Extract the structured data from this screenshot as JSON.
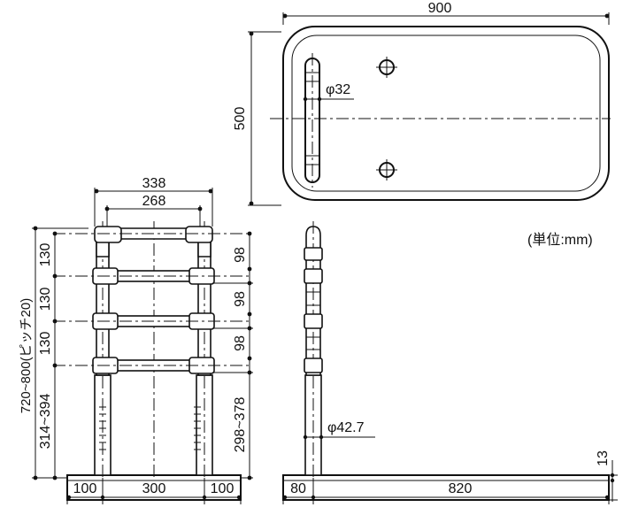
{
  "units_note": "(単位:mm)",
  "top_view": {
    "width_label": "900",
    "depth_label": "500",
    "pipe_dia_label": "φ32"
  },
  "front_view": {
    "outer_width_label": "338",
    "inner_width_label": "268",
    "pitch_labels": [
      "130",
      "130",
      "130"
    ],
    "overall_height_label": "720~800(ピッチ20)",
    "lower_height_label": "314~394",
    "rail_gap_labels": [
      "98",
      "98",
      "98"
    ],
    "post_height_label": "298~378",
    "base_labels": [
      "100",
      "300",
      "100"
    ]
  },
  "side_view": {
    "post_dia_label": "φ42.7",
    "base_labels": [
      "80",
      "820"
    ],
    "base_thickness_label": "13"
  }
}
